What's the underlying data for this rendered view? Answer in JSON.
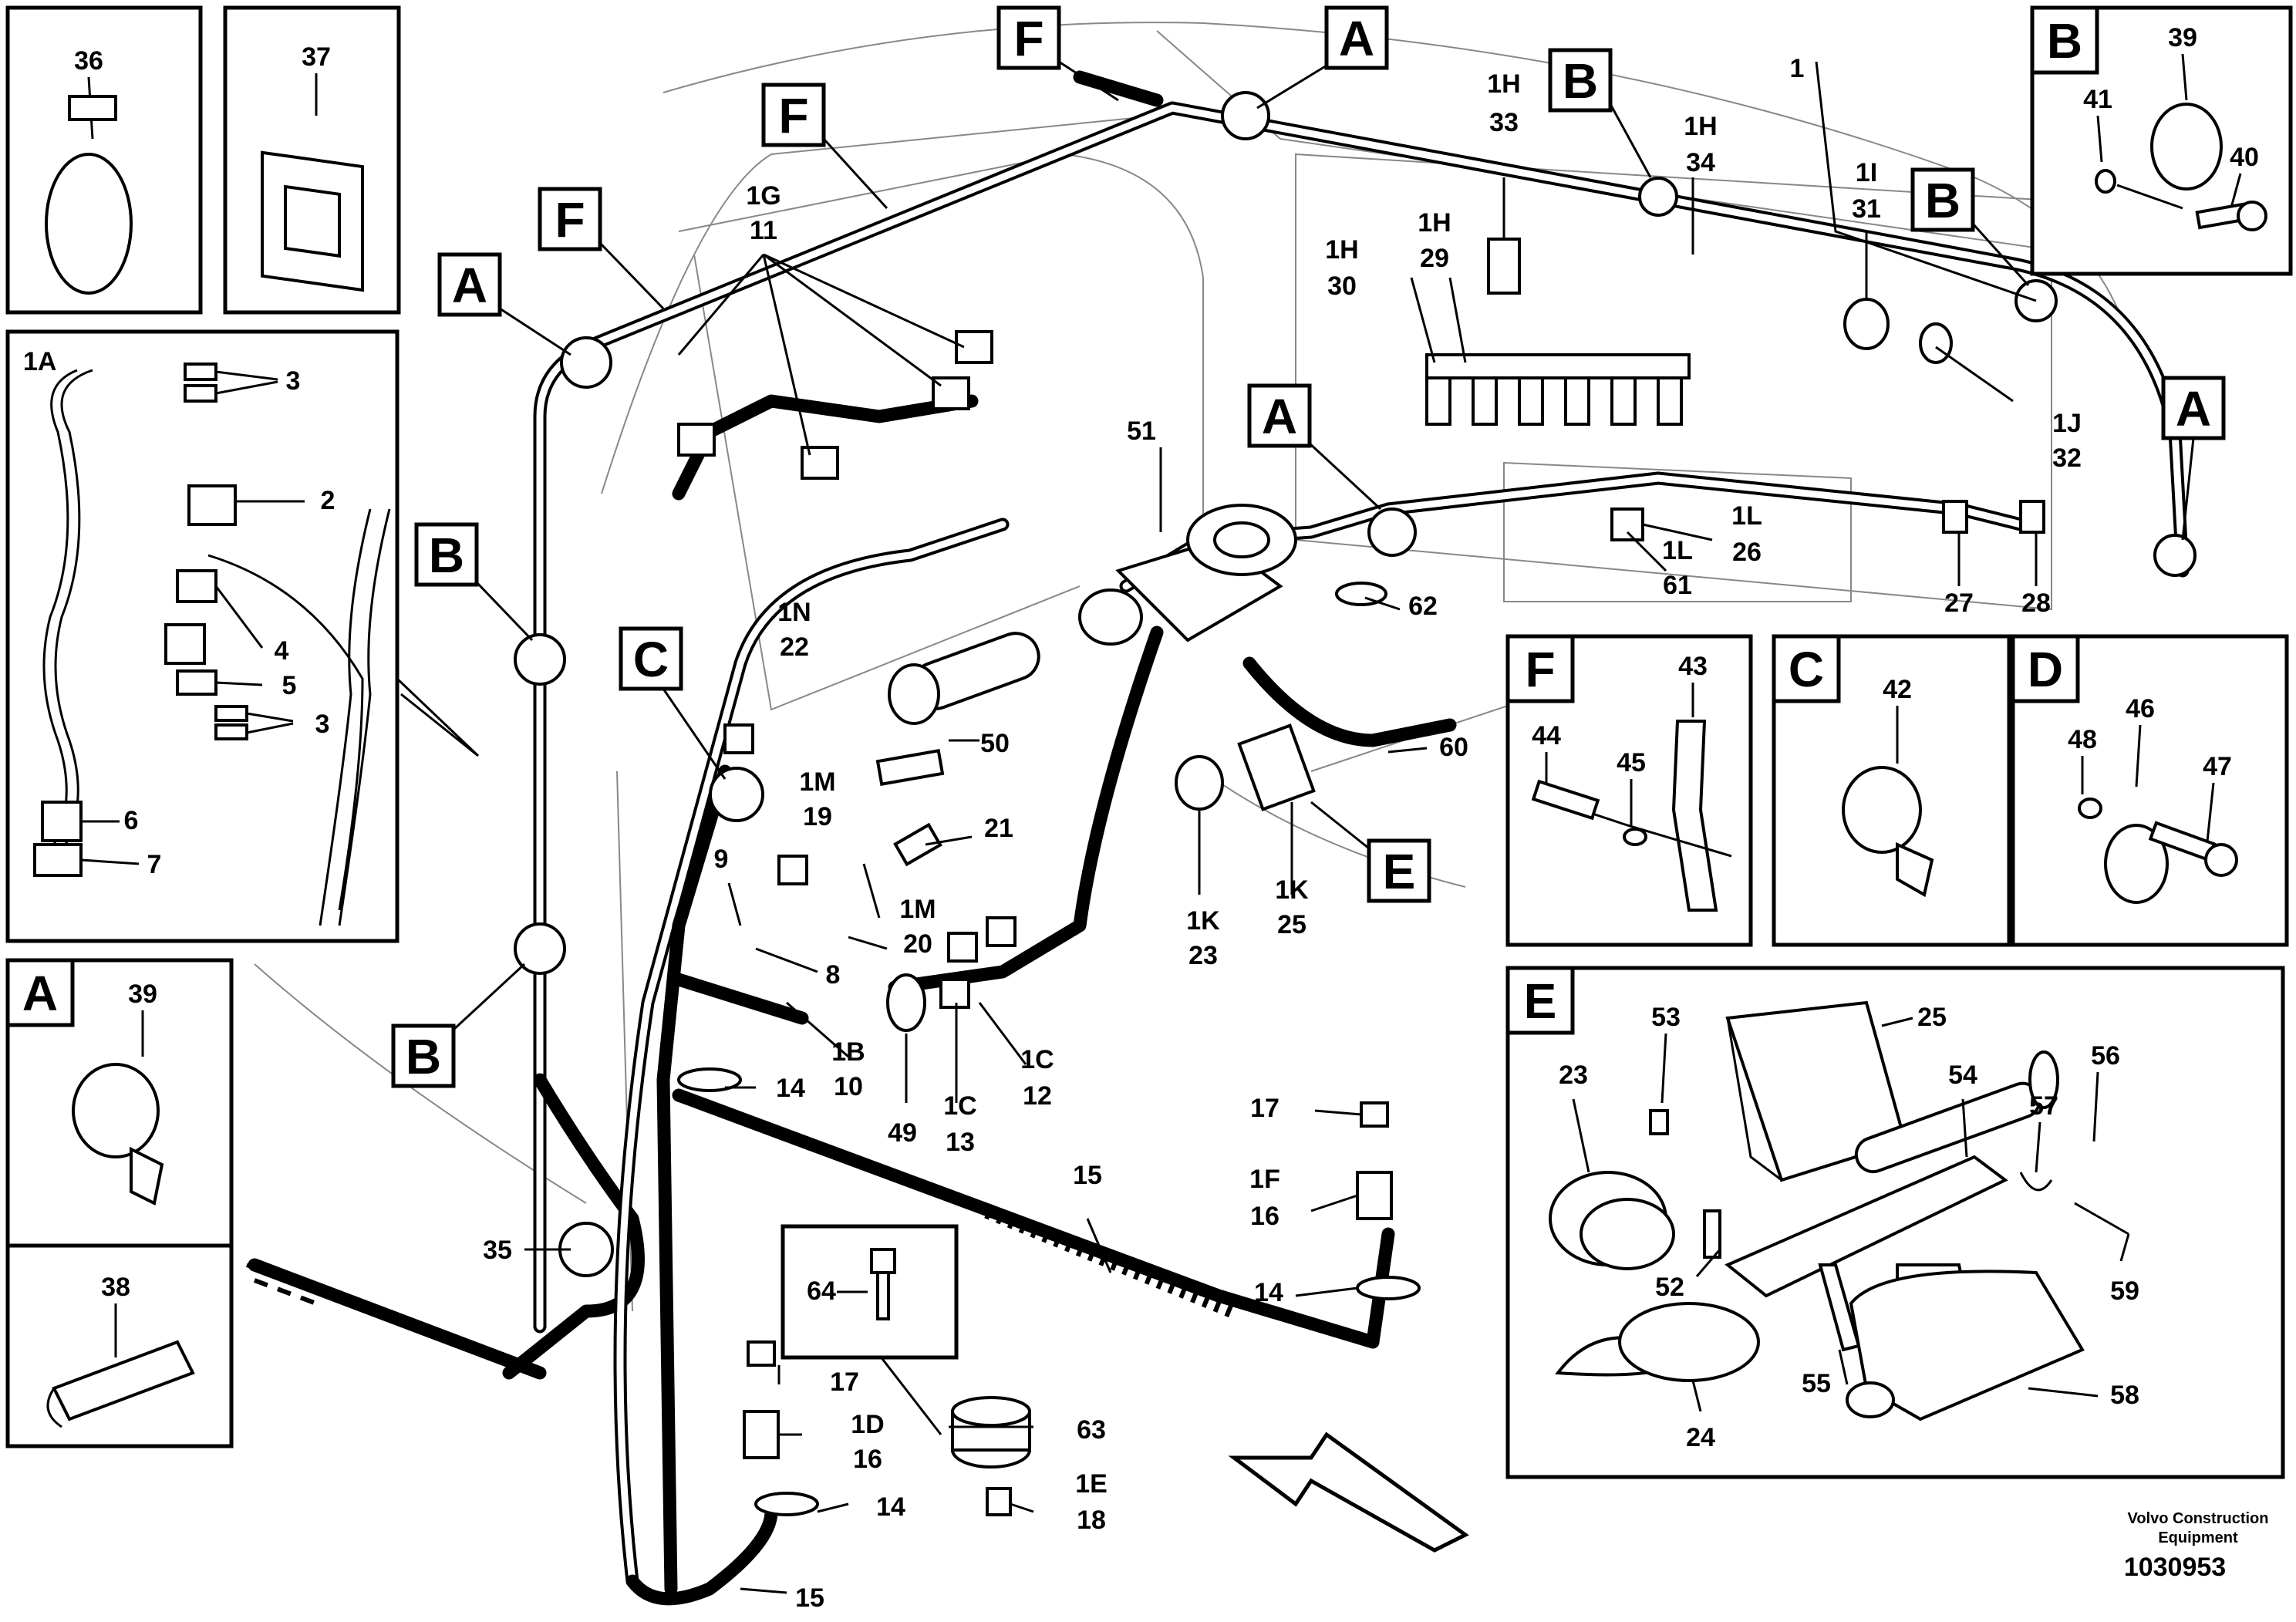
{
  "panels": {
    "p36": {
      "number": "36"
    },
    "p37": {
      "number": "37"
    },
    "p1A": {
      "title": "1A",
      "callouts": [
        "3",
        "2",
        "4",
        "5",
        "3",
        "6",
        "7"
      ]
    },
    "pA": {
      "letter": "A",
      "number": "39"
    },
    "p38": {
      "number": "38"
    },
    "pB": {
      "letter": "B",
      "numbers": [
        "39",
        "41",
        "40"
      ]
    },
    "pF": {
      "letter": "F",
      "numbers": [
        "43",
        "44",
        "45"
      ]
    },
    "pC": {
      "letter": "C",
      "number": "42"
    },
    "pD": {
      "letter": "D",
      "numbers": [
        "46",
        "48",
        "47"
      ]
    },
    "pE": {
      "letter": "E",
      "numbers": [
        "25",
        "53",
        "23",
        "54",
        "56",
        "57",
        "52",
        "59",
        "55",
        "58",
        "24"
      ]
    }
  },
  "tags": {
    "F1": "F",
    "F2": "F",
    "F3": "F",
    "A1": "A",
    "A2": "A",
    "A3": "A",
    "A4": "A",
    "B1": "B",
    "B2": "B",
    "B3": "B",
    "B4": "B",
    "C1": "C",
    "E1": "E"
  },
  "callouts": {
    "c1": "1",
    "c1G": "1G",
    "c11": "11",
    "c1H33a": "1H",
    "c1H33b": "33",
    "c1H34a": "1H",
    "c1H34b": "34",
    "c1H30a": "1H",
    "c1H30b": "30",
    "c1H29a": "1H",
    "c1H29b": "29",
    "c1Ia": "1I",
    "c1Ib": "31",
    "c1Ja": "1J",
    "c1Jb": "32",
    "c51": "51",
    "c1L26a": "1L",
    "c1L26b": "26",
    "c1L61a": "1L",
    "c1L61b": "61",
    "c27": "27",
    "c28": "28",
    "c62": "62",
    "c60": "60",
    "c1Na": "1N",
    "c1Nb": "22",
    "c50": "50",
    "c1M19a": "1M",
    "c1M19b": "19",
    "c21": "21",
    "c1M20a": "1M",
    "c1M20b": "20",
    "c9": "9",
    "c8": "8",
    "c1K23a": "1K",
    "c1K23b": "23",
    "c1K25a": "1K",
    "c1K25b": "25",
    "c1Ba": "1B",
    "c1Bb": "10",
    "c1C12a": "1C",
    "c1C12b": "12",
    "c1C13a": "1C",
    "c1C13b": "13",
    "c49": "49",
    "c14a": "14",
    "c17a": "17",
    "c1F16a": "1F",
    "c1F16b": "16",
    "c15a": "15",
    "c14b": "14",
    "c35": "35",
    "c64": "64",
    "c17b": "17",
    "c1D16a": "1D",
    "c1D16b": "16",
    "c63": "63",
    "c1E18a": "1E",
    "c1E18b": "18",
    "c14c": "14",
    "c15b": "15"
  },
  "footer": {
    "brand_line1": "Volvo Construction",
    "brand_line2": "Equipment",
    "drawing_number": "1030953"
  }
}
